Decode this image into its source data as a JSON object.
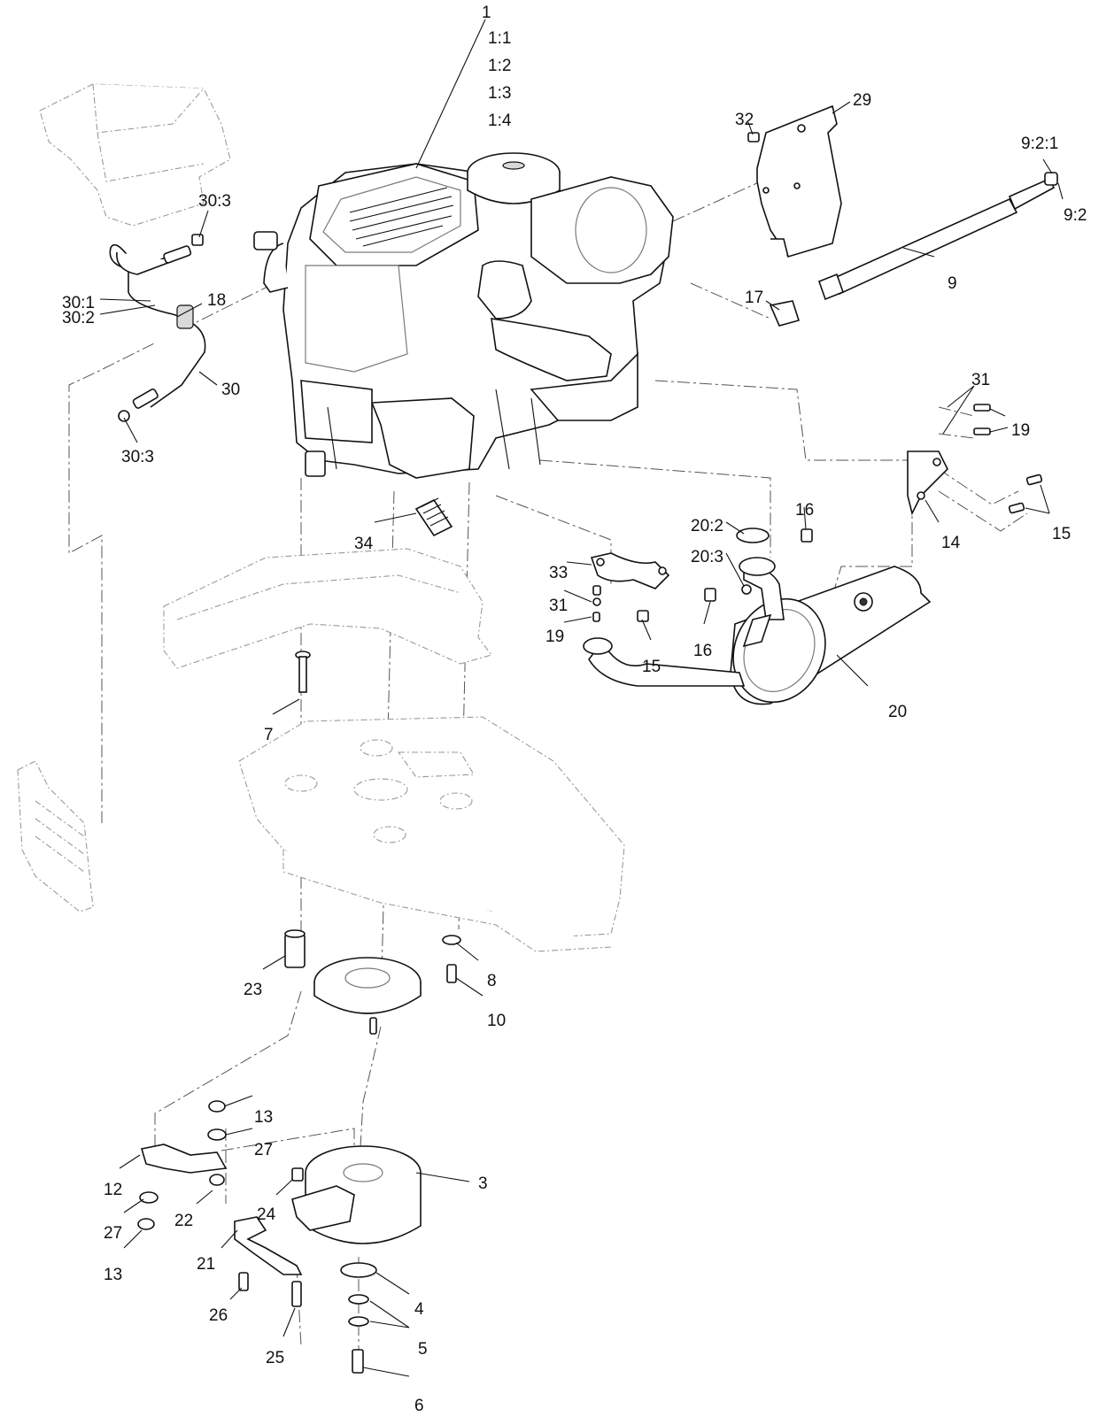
{
  "callouts": {
    "c1": "1",
    "c1_1": "1:1",
    "c1_2": "1:2",
    "c1_3": "1:3",
    "c1_4": "1:4",
    "c3": "3",
    "c4": "4",
    "c5": "5",
    "c6": "6",
    "c7": "7",
    "c8": "8",
    "c9": "9",
    "c9_2": "9:2",
    "c9_2_1": "9:2:1",
    "c10": "10",
    "c12": "12",
    "c13a": "13",
    "c13b": "13",
    "c14": "14",
    "c15a": "15",
    "c15b": "15",
    "c16a": "16",
    "c16b": "16",
    "c17": "17",
    "c18": "18",
    "c19a": "19",
    "c19b": "19",
    "c20": "20",
    "c20_2": "20:2",
    "c20_3": "20:3",
    "c21": "21",
    "c22": "22",
    "c23": "23",
    "c24": "24",
    "c25": "25",
    "c26": "26",
    "c27a": "27",
    "c27b": "27",
    "c29": "29",
    "c30": "30",
    "c30_1": "30:1",
    "c30_2": "30:2",
    "c30_3a": "30:3",
    "c30_3b": "30:3",
    "c31a": "31",
    "c31b": "31",
    "c32": "32",
    "c33": "33",
    "c34": "34"
  }
}
